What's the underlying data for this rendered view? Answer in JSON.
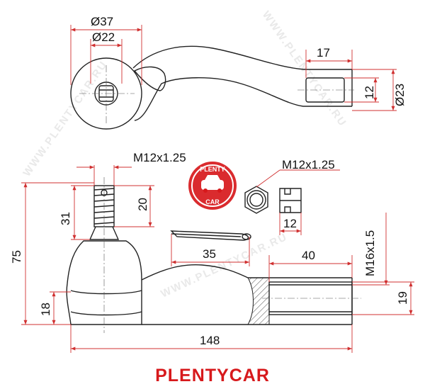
{
  "brand_label": "PLENTYCAR",
  "logo_text": {
    "top": "PLENTY",
    "bottom": "CAR"
  },
  "watermark": "WWW.PLENTYCAR.RU",
  "dimensions": {
    "top_outer_diameter": "Ø37",
    "top_inner_diameter": "Ø22",
    "top_tip_length": "17",
    "top_tip_inner": "12",
    "top_tip_outer": "Ø23",
    "stud_thread": "M12x1.25",
    "nut_thread": "M12x1.25",
    "stud_thread_length": "20",
    "stud_length": "31",
    "overall_height": "75",
    "nut_width": "12",
    "cotter_pin_length": "35",
    "bore_depth": "40",
    "bore_thread": "M16x1.5",
    "ball_height": "18",
    "bore_diameter": "19",
    "overall_length": "148"
  },
  "colors": {
    "brand": "#d7191c",
    "dimension_line": "#d03030",
    "outline": "#222222"
  }
}
